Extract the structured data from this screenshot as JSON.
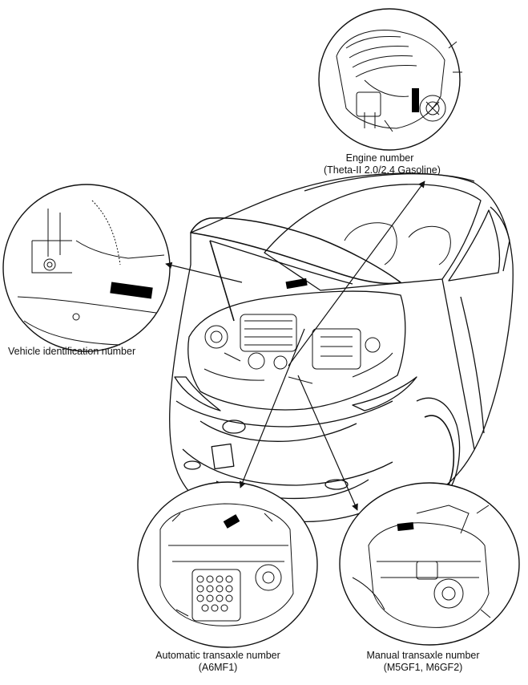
{
  "callouts": {
    "engine": {
      "line1": "Engine number",
      "line2": "(Theta-II 2.0/2.4 Gasoline)"
    },
    "vin": {
      "line1": "Vehicle identification number"
    },
    "automatic": {
      "line1": "Automatic transaxle number",
      "line2": "(A6MF1)"
    },
    "manual": {
      "line1": "Manual transaxle number",
      "line2": "(M5GF1, M6GF2)"
    }
  },
  "colors": {
    "ink": "#111111",
    "plate": "#000000",
    "background": "#ffffff"
  }
}
